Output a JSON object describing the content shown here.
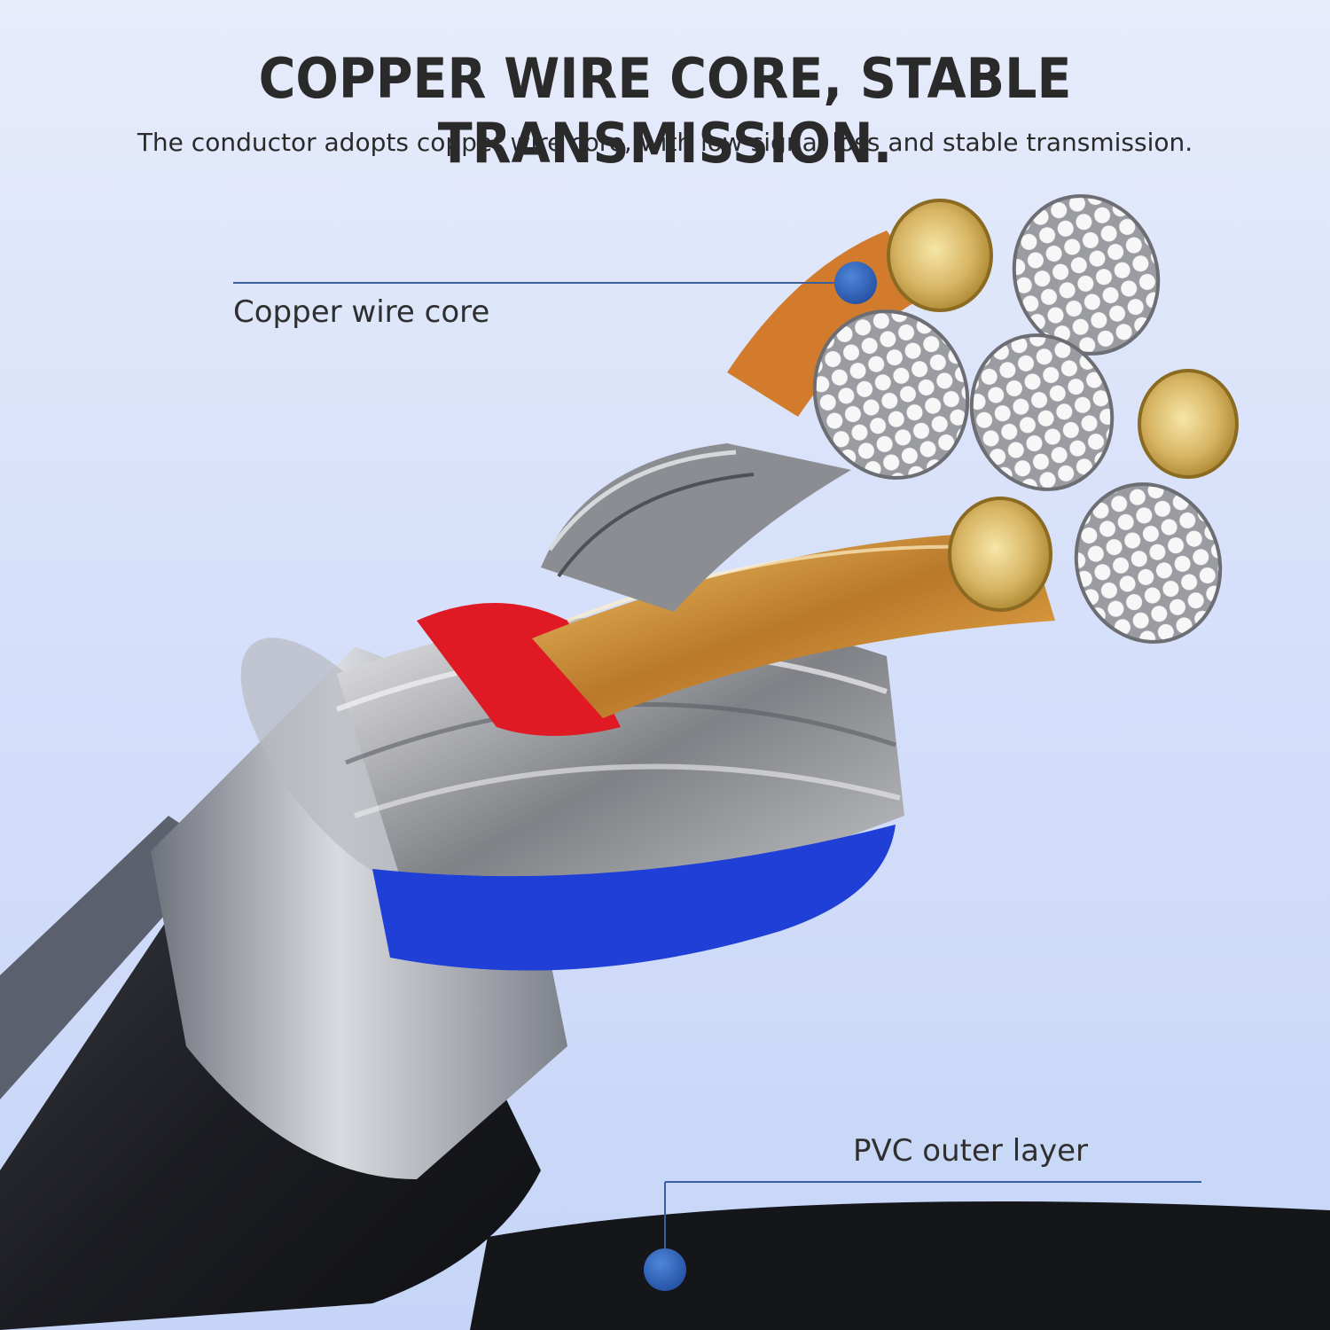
{
  "header": {
    "title": "COPPER WIRE CORE, STABLE TRANSMISSION.",
    "subtitle": "The conductor adopts copper wire core, with low signal loss and stable transmission."
  },
  "callouts": {
    "copper_core": "Copper wire core",
    "pvc_layer": "PVC outer layer"
  },
  "colors": {
    "accent_dot": "#2c5fb3",
    "leader_line": "#3a5f9c",
    "jacket": "#1f2026",
    "shield": "#9a9ea6",
    "red_insulation": "#e01a24",
    "blue_insulation": "#1f3fd6",
    "copper": "#d4a24a"
  }
}
